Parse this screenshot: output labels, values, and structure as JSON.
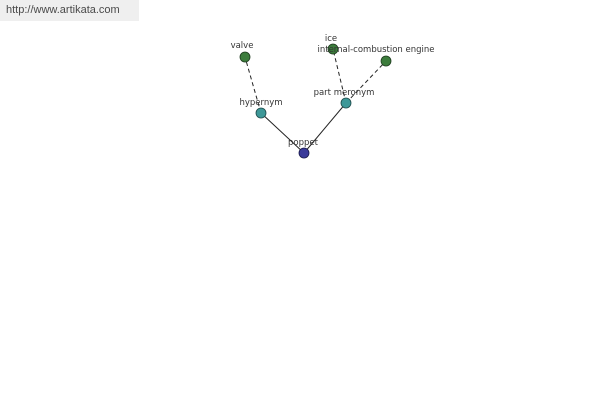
{
  "header": {
    "url": "http://www.artikata.com"
  },
  "graph": {
    "nodes": {
      "poppet": {
        "label": "poppet",
        "color": "#3a3a9a"
      },
      "hypernym": {
        "label": "hypernym",
        "color": "#3e9898"
      },
      "part_meronym": {
        "label": "part meronym",
        "color": "#3e9898"
      },
      "valve": {
        "label": "valve",
        "color": "#3c7c3c"
      },
      "ice": {
        "label": "ice",
        "color": "#3c7c3c"
      },
      "engine": {
        "label": "internal-combustion engine",
        "color": "#3c7c3c"
      }
    },
    "edges": [
      {
        "from": "poppet",
        "to": "hypernym",
        "style": "solid"
      },
      {
        "from": "poppet",
        "to": "part_meronym",
        "style": "solid"
      },
      {
        "from": "hypernym",
        "to": "valve",
        "style": "dashed"
      },
      {
        "from": "part_meronym",
        "to": "ice",
        "style": "dashed"
      },
      {
        "from": "part_meronym",
        "to": "engine",
        "style": "dashed"
      }
    ]
  }
}
